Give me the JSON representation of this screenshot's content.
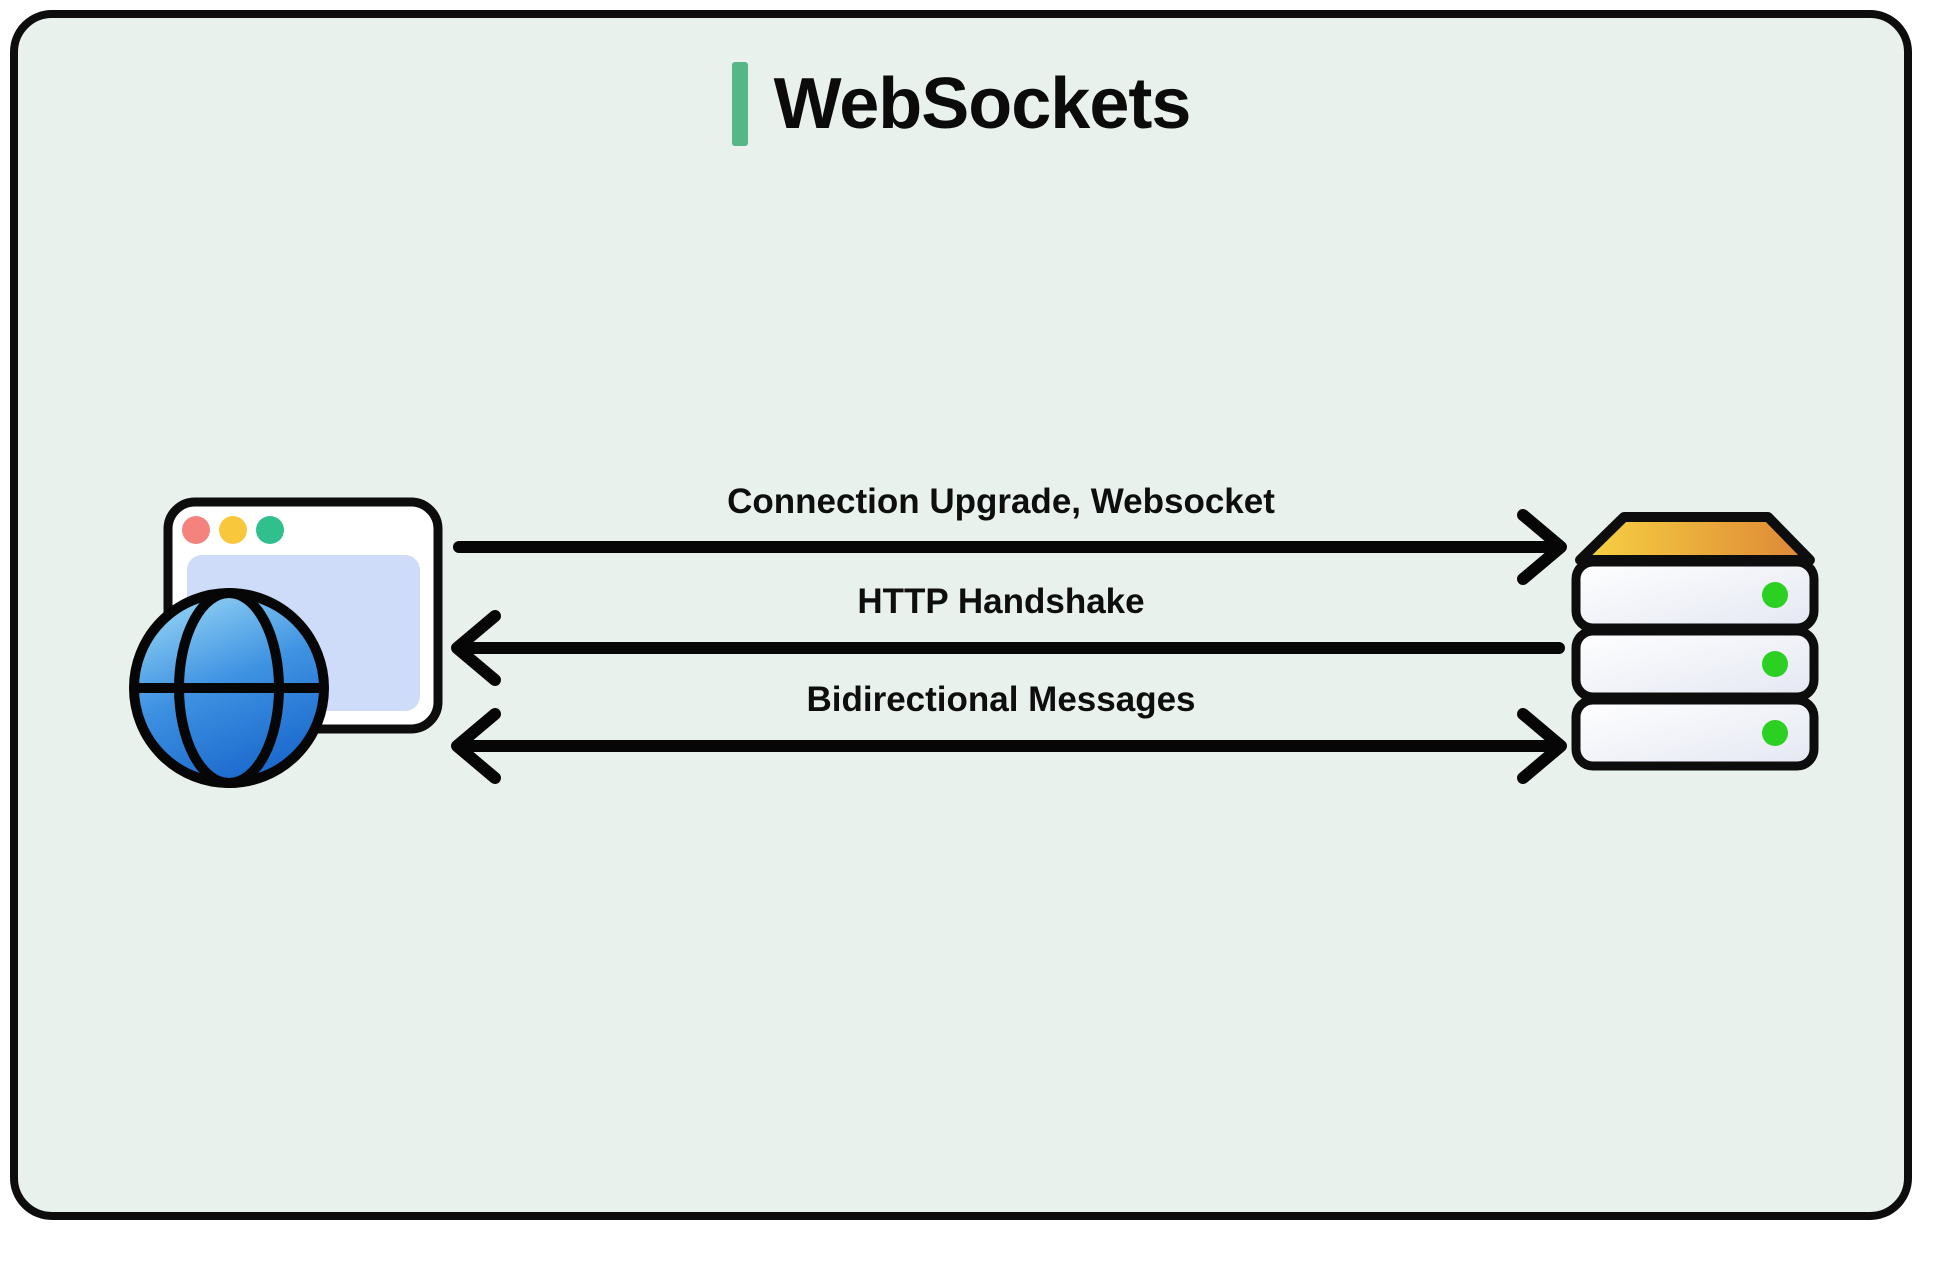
{
  "title": {
    "text": "WebSockets"
  },
  "messages": [
    {
      "label": "Connection Upgrade, Websocket",
      "direction": "client-to-server"
    },
    {
      "label": "HTTP Handshake",
      "direction": "server-to-client"
    },
    {
      "label": "Bidirectional Messages",
      "direction": "bidirectional"
    }
  ],
  "icons": {
    "client": "browser-globe-icon",
    "server": "server-stack-icon"
  },
  "colors": {
    "canvas_background": "#e8f1ec",
    "outline": "#0d0d0d",
    "title_accent": "#53b786",
    "traffic_light_red": "#f4827d",
    "traffic_light_yellow": "#f9c73c",
    "traffic_light_green": "#2fc08e",
    "browser_content": "#cedcfa",
    "globe_light": "#8fd0f3",
    "globe_dark": "#1e6fd3",
    "server_top_yellow": "#f7d342",
    "server_top_orange": "#dd8636",
    "server_body_light": "#ffffff",
    "server_body_shade": "#e4e7f3",
    "server_led_green": "#2bd023"
  }
}
